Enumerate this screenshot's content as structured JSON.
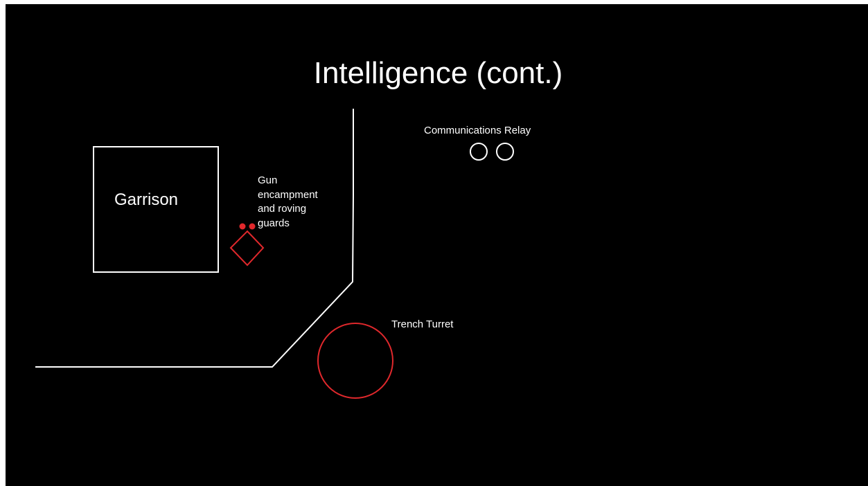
{
  "slide": {
    "title": "Intelligence (cont.)"
  },
  "map": {
    "garrison_label": "Garrison",
    "gun_label": "Gun\nencampment\nand roving\nguards",
    "relay_label": "Communications Relay",
    "turret_label": "Trench Turret"
  },
  "colors": {
    "background": "#000000",
    "foreground": "#ffffff",
    "hostile": "#e0282c"
  }
}
